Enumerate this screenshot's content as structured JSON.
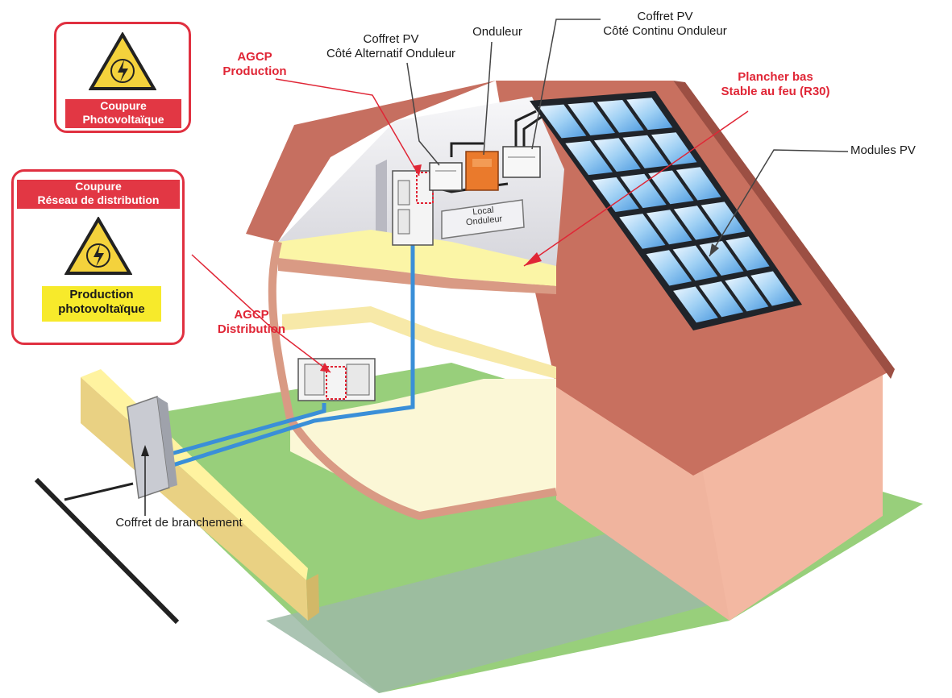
{
  "labels": {
    "agcp_production": [
      "AGCP",
      "Production"
    ],
    "coffret_pv_alternatif": [
      "Coffret PV",
      "Côté Alternatif Onduleur"
    ],
    "onduleur": "Onduleur",
    "coffret_pv_continu": [
      "Coffret PV",
      "Côté Continu Onduleur"
    ],
    "plancher_bas": [
      "Plancher bas",
      "Stable au feu (R30)"
    ],
    "modules_pv": "Modules PV",
    "agcp_distribution": [
      "AGCP",
      "Distribution"
    ],
    "coffret_branchement": "Coffret de branchement",
    "local_onduleur": [
      "Local",
      "Onduleur"
    ]
  },
  "panels": {
    "top": {
      "bar": [
        "Coupure",
        "Photovoltaïque"
      ],
      "icon": "electrical-hazard-warning-icon"
    },
    "bottom": {
      "bar": [
        "Coupure",
        "Réseau de distribution"
      ],
      "yellow": [
        "Production",
        "photovoltaïque"
      ],
      "icon": "electrical-hazard-warning-icon"
    }
  },
  "colors": {
    "roof": "#c8705f",
    "wall": "#f2b59e",
    "grass": "#98cf7b",
    "floor": "#fbf5a6",
    "cable_dc": "#3a8fd8",
    "callout_red": "#e02636",
    "onduleur": "#ea7a2c",
    "panel_bar": "#e23744",
    "panel_yellow": "#f7ea2b"
  }
}
